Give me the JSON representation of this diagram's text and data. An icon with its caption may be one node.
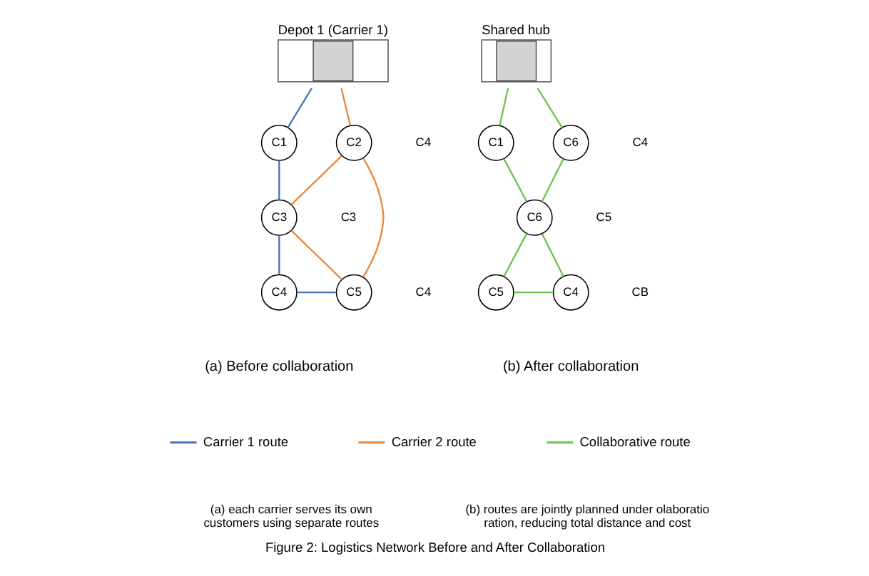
{
  "diagram": {
    "caption": "Figure 2: Logistics Network Before and After Collaboration",
    "nodes": [
      {
        "text": [
          "Depot 1 (Carrier 1)"
        ]
      },
      {
        "text": [
          "C1"
        ]
      },
      {
        "text": [
          "C2"
        ],
        "beside": [
          "C4"
        ]
      },
      {
        "text": [
          "C3"
        ],
        "beside": [
          "C3"
        ]
      },
      {
        "text": [
          "C4"
        ]
      },
      {
        "text": [
          "C5"
        ],
        "beside": [
          "C4"
        ]
      },
      {
        "text": [
          "Shared hub"
        ]
      },
      {
        "text": [
          "C1"
        ]
      },
      {
        "text": [
          "C6"
        ],
        "beside": [
          "C4"
        ]
      },
      {
        "text": [
          "C6"
        ],
        "beside": [
          "C5"
        ]
      },
      {
        "text": [
          "C5"
        ]
      },
      {
        "text": [
          "C4"
        ],
        "beside": [
          "CB"
        ]
      }
    ],
    "edges": [
      {
        "from": 0,
        "to": 1,
        "arrow": "none",
        "color": "#4a72b8"
      },
      {
        "from": 0,
        "to": 2,
        "arrow": "none",
        "color": "#e8873a"
      },
      {
        "from": 1,
        "to": 3,
        "arrow": "none",
        "color": "#4a72b8"
      },
      {
        "from": 2,
        "to": 3,
        "arrow": "none",
        "color": "#e8873a"
      },
      {
        "from": 2,
        "to": 5,
        "arrow": "none",
        "color": "#e8873a"
      },
      {
        "from": 3,
        "to": 4,
        "arrow": "none",
        "color": "#4a72b8"
      },
      {
        "from": 3,
        "to": 5,
        "arrow": "none",
        "color": "#e8873a"
      },
      {
        "from": 4,
        "to": 5,
        "arrow": "none",
        "color": "#4a72b8"
      },
      {
        "from": 6,
        "to": 7,
        "arrow": "none",
        "color": "#6cc24a"
      },
      {
        "from": 6,
        "to": 8,
        "arrow": "none",
        "color": "#6cc24a"
      },
      {
        "from": 7,
        "to": 9,
        "arrow": "none",
        "color": "#6cc24a"
      },
      {
        "from": 8,
        "to": 9,
        "arrow": "none",
        "color": "#6cc24a"
      },
      {
        "from": 9,
        "to": 10,
        "arrow": "none",
        "color": "#6cc24a"
      },
      {
        "from": 9,
        "to": 11,
        "arrow": "none",
        "color": "#6cc24a"
      },
      {
        "from": 10,
        "to": 11,
        "arrow": "none",
        "color": "#6cc24a"
      }
    ],
    "labels": [
      "(a) Before collaboration",
      "(b) After collaboration",
      "(a) each carrier serves its own customers using separate routes",
      "(b) routes are jointly planned under olaboratio ration, reducing total distance and cost"
    ],
    "legend": [
      {
        "text": "Carrier 1 route",
        "color": "#4a72b8"
      },
      {
        "text": "Carrier 2 route",
        "color": "#e8873a"
      },
      {
        "text": "Collaborative route",
        "color": "#6cc24a"
      }
    ]
  }
}
